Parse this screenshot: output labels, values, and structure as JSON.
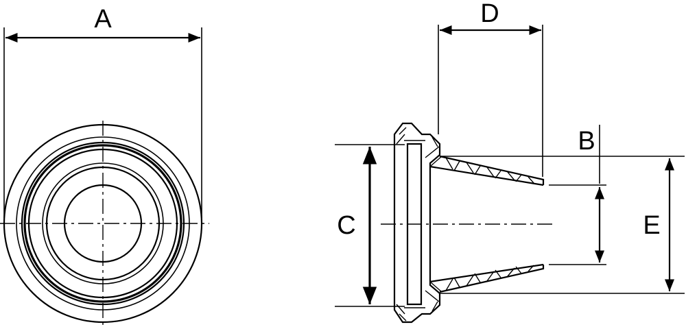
{
  "dimensions": {
    "a": "A",
    "b": "B",
    "c": "C",
    "d": "D",
    "e": "E"
  },
  "colors": {
    "line": "#000000",
    "background": "#ffffff"
  }
}
